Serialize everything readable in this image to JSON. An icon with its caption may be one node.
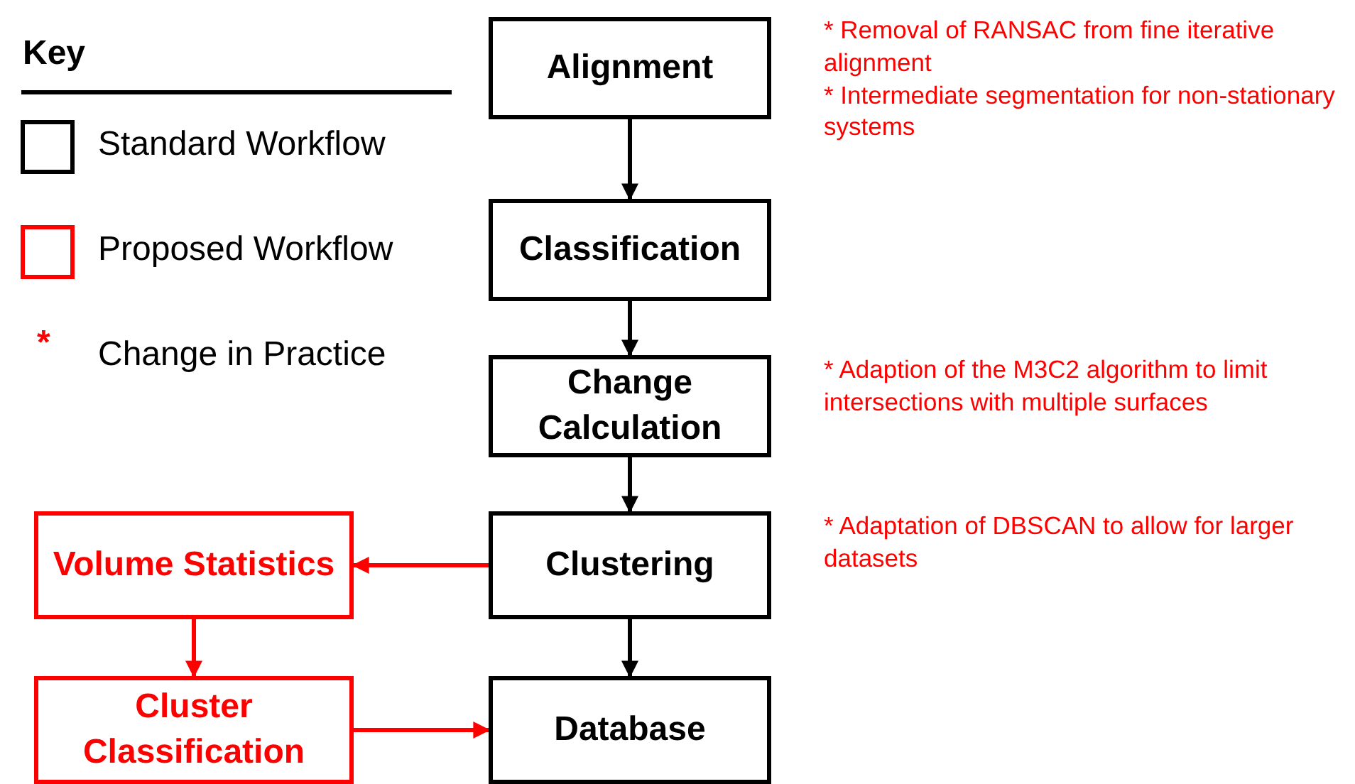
{
  "diagram": {
    "nodes": [
      {
        "text": [
          "Alignment"
        ],
        "beside": [
          "* Removal of RANSAC from fine iterative alignment",
          "* Intermediate segmentation for non-stationary systems"
        ]
      },
      {
        "text": [
          "Classification"
        ]
      },
      {
        "text": [
          "Change Calculation"
        ],
        "beside": [
          "* Adaption of the M3C2 algorithm to limit intersections with multiple surfaces"
        ]
      },
      {
        "text": [
          "Clustering"
        ],
        "beside": [
          "* Adaptation of DBSCAN to allow for larger datasets"
        ]
      },
      {
        "text": [
          "Database"
        ]
      },
      {
        "text": [
          "Volume Statistics"
        ]
      },
      {
        "text": [
          "Cluster Classification"
        ]
      }
    ],
    "edges": [
      {
        "from": 0,
        "to": 1,
        "arrow": "to"
      },
      {
        "from": 1,
        "to": 2,
        "arrow": "to"
      },
      {
        "from": 2,
        "to": 3,
        "arrow": "to"
      },
      {
        "from": 3,
        "to": 4,
        "arrow": "to"
      },
      {
        "from": 3,
        "to": 5,
        "arrow": "to",
        "color": "#ff0000"
      },
      {
        "from": 5,
        "to": 6,
        "arrow": "to",
        "color": "#ff0000"
      },
      {
        "from": 6,
        "to": 4,
        "arrow": "to",
        "color": "#ff0000"
      }
    ],
    "labels": [
      "Key",
      "*"
    ],
    "legend": [
      {
        "text": "Standard Workflow",
        "color": "#000000"
      },
      {
        "text": "Proposed Workflow",
        "color": "#ff0000"
      },
      {
        "text": "Change in Practice"
      }
    ]
  }
}
